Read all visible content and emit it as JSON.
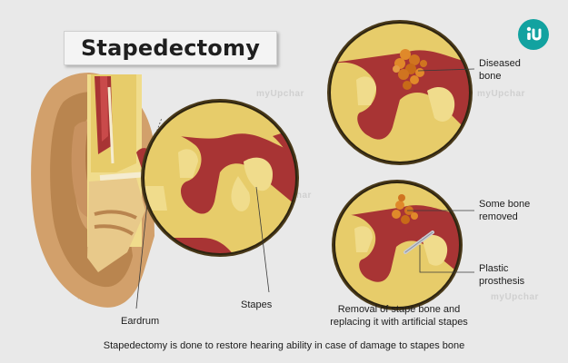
{
  "title": "Stapedectomy",
  "labels": {
    "diseased_bone": [
      "Diseased",
      "bone"
    ],
    "some_bone_removed": [
      "Some bone",
      "removed"
    ],
    "plastic_prosthesis": [
      "Plastic",
      "prosthesis"
    ],
    "stapes": "Stapes",
    "eardrum": "Eardrum",
    "removal_caption": [
      "Removal of stape bone and",
      "replacing it with artificial stapes"
    ]
  },
  "footer_caption": "Stapedectomy is done to restore hearing ability in case of damage to stapes bone",
  "watermark_text": "myUpchar",
  "brand_icon": "myupchar-logo-icon",
  "colors": {
    "background": "#e9e9e9",
    "skin": "#d2a06b",
    "skin_dark": "#b9854f",
    "bone_yellow": "#e7cc6a",
    "bone_light": "#f0dc8c",
    "tissue_red": "#a83434",
    "diseased_orange": "#e0892a",
    "brand_teal": "#12a2a0"
  }
}
